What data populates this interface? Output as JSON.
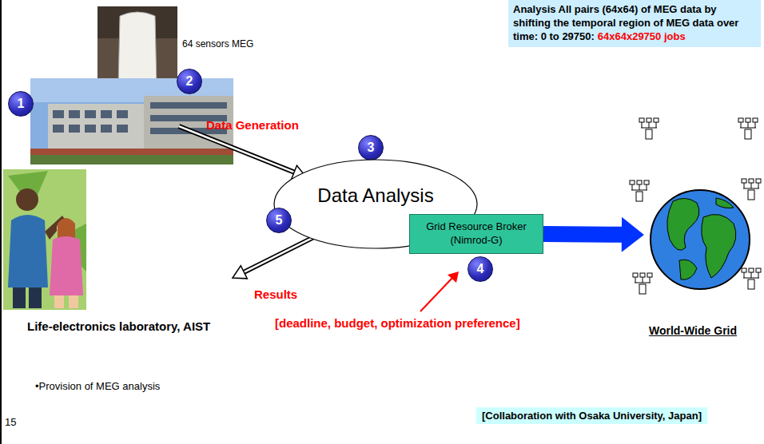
{
  "diagram": {
    "nodes": [
      {
        "text": [
          "Analysis All pairs (64x64) of MEG data by shifting the temporal region of MEG data over time: 0 to 29750:",
          "64x64x29750 jobs"
        ]
      },
      {
        "text": [
          "64 sensors MEG"
        ]
      },
      {
        "text": [
          "2"
        ]
      },
      {
        "text": [
          "1"
        ]
      },
      {
        "text": [
          "Life-electronics laboratory, AIST"
        ]
      },
      {
        "text": [
          "3"
        ]
      },
      {
        "text": [
          "Data Analysis"
        ]
      },
      {
        "text": [
          "5"
        ]
      },
      {
        "text": [
          "Grid Resource Broker (Nimrod-G)"
        ]
      },
      {
        "text": [
          "4"
        ]
      },
      {
        "text": [
          "World-Wide Grid"
        ]
      },
      {
        "text": [
          "[Collaboration with Osaka University, Japan]"
        ]
      }
    ],
    "edges": [
      {
        "from": 1,
        "to": 6,
        "label": "Data Generation",
        "arrow": "to"
      },
      {
        "from": 6,
        "to": 4,
        "label": "Results",
        "arrow": "to"
      },
      {
        "from": 8,
        "to": 10,
        "arrow": "to"
      }
    ],
    "labels": [
      "[deadline, budget, optimization preference]",
      "•Provision of MEG analysis",
      "15"
    ]
  }
}
